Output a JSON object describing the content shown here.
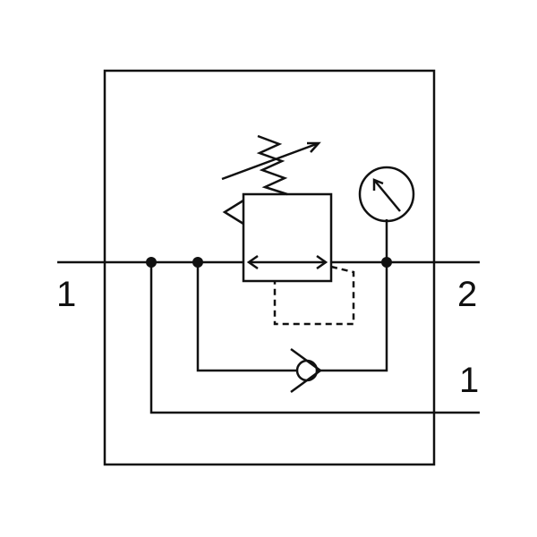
{
  "diagram": {
    "port_labels": {
      "inlet_left": "1",
      "outlet_right": "2",
      "return_right": "1"
    },
    "components": [
      "housing",
      "pressure-regulator-valve",
      "adjustable-spring",
      "pressure-gauge",
      "check-valve",
      "junction-dots",
      "pilot-line"
    ],
    "colors": {
      "stroke": "#111111",
      "background": "#ffffff"
    }
  }
}
